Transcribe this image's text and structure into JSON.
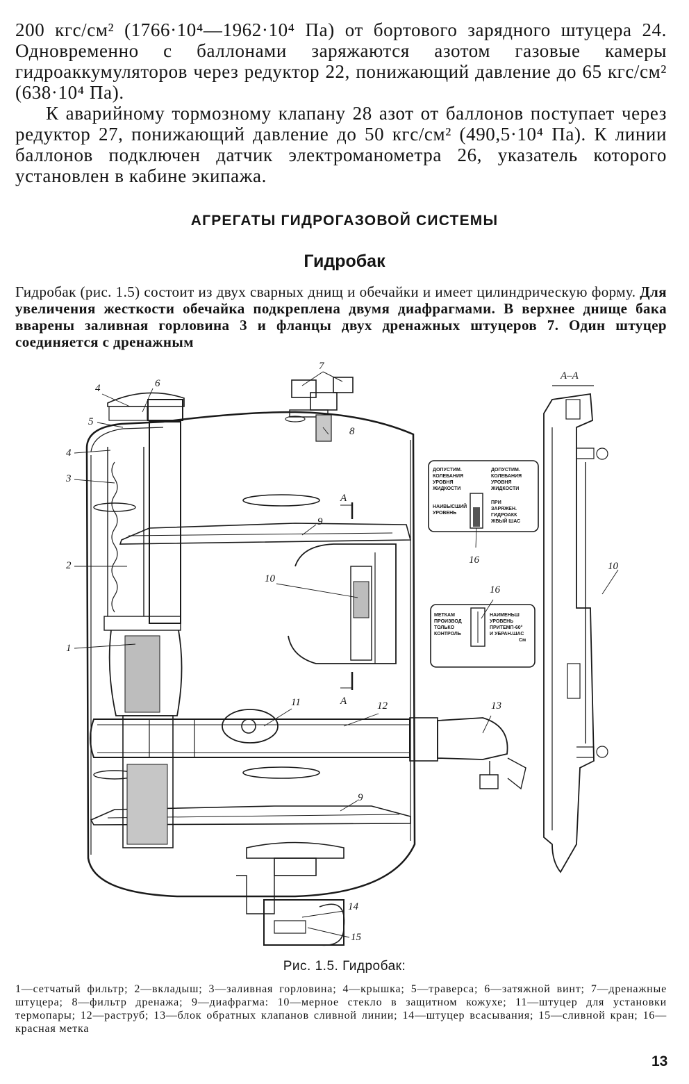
{
  "paragraphs": {
    "p1": "200 кгс/см² (1766·10⁴—1962·10⁴ Па) от бортового зарядного штуцера 24. Одновременно с баллонами заряжаются азотом газовые камеры гидроаккумуляторов через редуктор 22, понижающий давление до 65 кгс/см² (638·10⁴ Па).",
    "p2": "К аварийному тормозному клапану 28 азот от баллонов поступает через редуктор 27, понижающий давление до 50 кгс/см² (490,5·10⁴ Па). К линии баллонов подключен датчик электроманометра 26, указатель которого установлен в кабине экипажа."
  },
  "section_title": "АГРЕГАТЫ ГИДРОГАЗОВОЙ СИСТЕМЫ",
  "subsection_title": "Гидробак",
  "body_text": {
    "part1": "Гидробак (рис. 1.5) состоит из двух сварных днищ и обечайки и имеет цилиндрическую форму. ",
    "part2": "Для увеличения жесткости обечайка подкреплена двумя диафрагмами. В верхнее днище бака вварены заливная горловина 3 и фланцы двух дренажных штуцеров 7. Один штуцер соединяется с дренажным"
  },
  "figure": {
    "section_label": "А–А",
    "section_marker": "А",
    "callouts": [
      "1",
      "2",
      "3",
      "4",
      "4",
      "5",
      "6",
      "7",
      "8",
      "9",
      "9",
      "10",
      "10",
      "11",
      "12",
      "13",
      "14",
      "15",
      "16",
      "16"
    ],
    "gauge_top": {
      "left_a": [
        "ДОПУСТИМ.",
        "КОЛЕБАНИЯ",
        "УРОВНЯ",
        "ЖИДКОСТИ"
      ],
      "left_b": [
        "НАИВЫСШИЙ",
        "УРОВЕНЬ"
      ],
      "right_a": [
        "ДОПУСТИМ.",
        "КОЛЕБАНИЯ",
        "УРОВНЯ",
        "ЖИДКОСТИ"
      ],
      "right_b": [
        "ПРИ",
        "ЗАРЯЖЕН.",
        "ГИДРОАКК",
        "ЖВЫЙ ШАС"
      ]
    },
    "gauge_bottom": {
      "left": [
        "МЕТКАМ",
        "ПРОИЗВОД",
        "ТОЛЬКО",
        "КОНТРОЛЬ"
      ],
      "right": [
        "НАИМЕНЬШ",
        "УРОВЕНЬ",
        "ПРИТЕМП-60°",
        "И УБРАН.ШАС",
        "См"
      ]
    }
  },
  "caption": "Рис. 1.5. Гидробак:",
  "legend": "1—сетчатый фильтр; 2—вкладыш; 3—заливная горловина; 4—крышка; 5—траверса; 6—затяжной винт; 7—дренажные штуцера; 8—фильтр дренажа; 9—диафрагма: 10—мерное стекло в защитном кожухе; 11—штуцер для установки термопары; 12—раструб; 13—блок обратных клапанов сливной линии; 14—штуцер всасывания; 15—сливной кран; 16—красная метка",
  "page_number": "13"
}
